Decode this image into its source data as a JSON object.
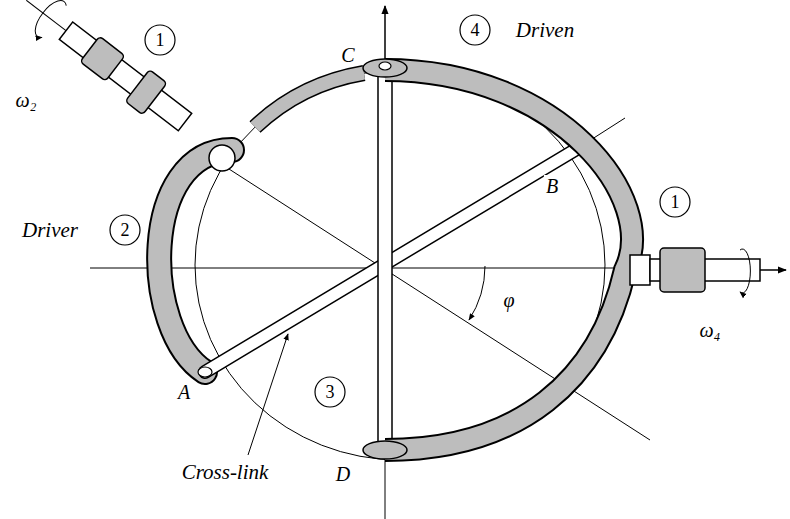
{
  "diagram": {
    "labels": [
      "1",
      "ω₂",
      "C",
      "4",
      "Driven",
      "B",
      "Driver",
      "2",
      "φ",
      "1",
      "ω₄",
      "3",
      "A",
      "Cross-link",
      "D"
    ]
  }
}
